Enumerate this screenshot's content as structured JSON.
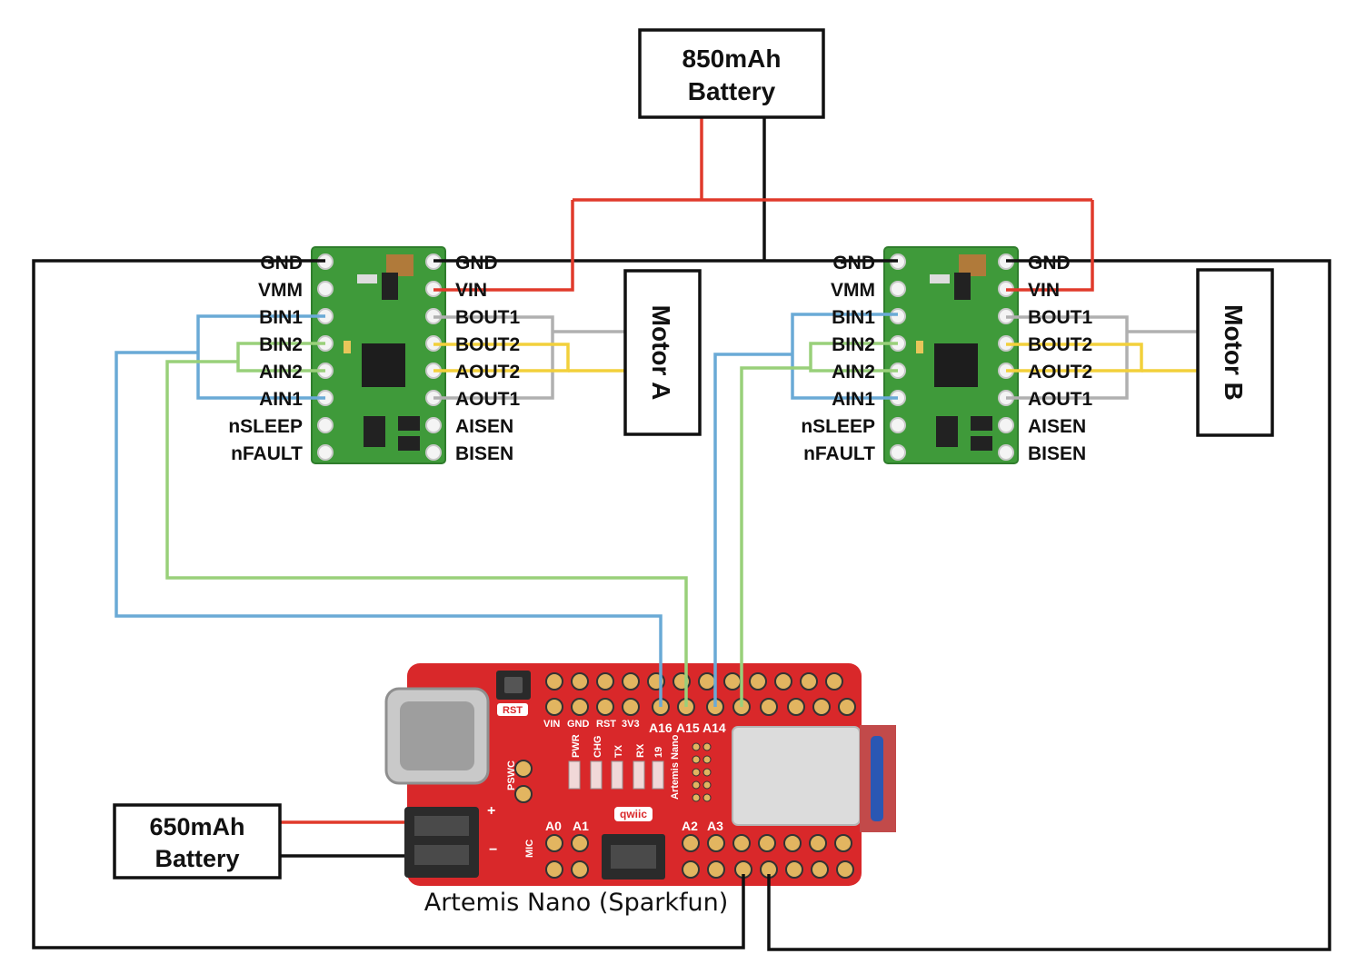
{
  "battery_main": {
    "line1": "850mAh",
    "line2": "Battery"
  },
  "battery_small": {
    "line1": "650mAh",
    "line2": "Battery"
  },
  "motor_a": {
    "label": "Motor A"
  },
  "motor_b": {
    "label": "Motor B"
  },
  "driver": {
    "left_pins": [
      "GND",
      "VMM",
      "BIN1",
      "BIN2",
      "AIN2",
      "AIN1",
      "nSLEEP",
      "nFAULT"
    ],
    "right_pins": [
      "GND",
      "VIN",
      "BOUT1",
      "BOUT2",
      "AOUT2",
      "AOUT1",
      "AISEN",
      "BISEN"
    ]
  },
  "artemis": {
    "caption": "Artemis Nano (Sparkfun)",
    "top_labels": [
      "VIN",
      "GND",
      "RST",
      "3V3",
      "A16",
      "A15",
      "A14"
    ],
    "bottom_labels": [
      "A0",
      "A1",
      "A2",
      "A3"
    ],
    "led_labels": [
      "PWR",
      "CHG",
      "TX",
      "RX",
      "19"
    ],
    "rst_label": "RST",
    "pswc_label": "PSWC",
    "mic_label": "MIC",
    "qwiic_label": "qwiic",
    "board_name": "Artemis Nano"
  },
  "colors": {
    "power": "#e03a2b",
    "ground": "#111111",
    "blue_wire": "#6aaad6",
    "green_wire": "#99d07a",
    "grey_wire": "#b0b0b0",
    "yellow_wire": "#f2d03b",
    "driver_pcb": "#3f9a3a",
    "artemis_pcb": "#d9282a"
  }
}
